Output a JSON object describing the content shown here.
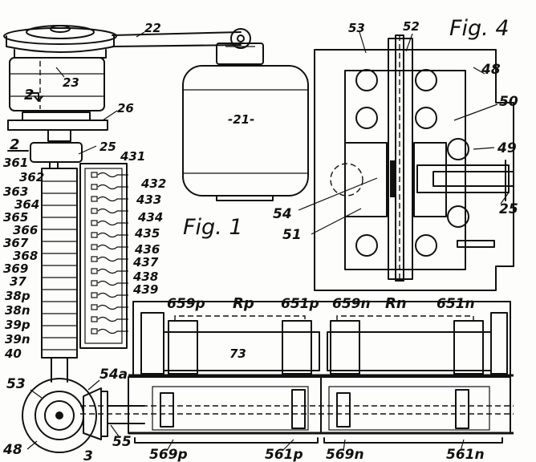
{
  "figures": {
    "fig1": "Fig. 1",
    "fig4": "Fig. 4"
  },
  "labels": {
    "l22": "22",
    "l23": "23",
    "l21": "-21-",
    "l26": "26",
    "l2a": "2",
    "l2b": "2",
    "l25a": "25",
    "l361": "361",
    "l362": "362",
    "l363": "363",
    "l364": "364",
    "l365": "365",
    "l366": "366",
    "l367": "367",
    "l368": "368",
    "l369": "369",
    "l37": "37",
    "l38p": "38p",
    "l38n": "38n",
    "l39p": "39p",
    "l39n": "39n",
    "l40": "40",
    "l431": "431",
    "l432": "432",
    "l433": "433",
    "l434": "434",
    "l435": "435",
    "l436": "436",
    "l437": "437",
    "l438": "438",
    "l439": "439",
    "l53a": "53",
    "l52": "52",
    "l48a": "48",
    "l50": "50",
    "l49": "49",
    "l54": "54",
    "l51": "51",
    "l25b": "25",
    "l659p": "659p",
    "lRp": "Rp",
    "l651p": "651p",
    "l659n": "659n",
    "lRn": "Rn",
    "l651n": "651n",
    "l73": "73",
    "l53b": "53",
    "l54a": "54a",
    "l48b": "48",
    "l3": "3",
    "l55": "55",
    "l569p": "569p",
    "l561p": "561p",
    "l569n": "569n",
    "l561n": "561n"
  },
  "colors": {
    "ink": "#111111",
    "paper": "#fdfdfb"
  }
}
